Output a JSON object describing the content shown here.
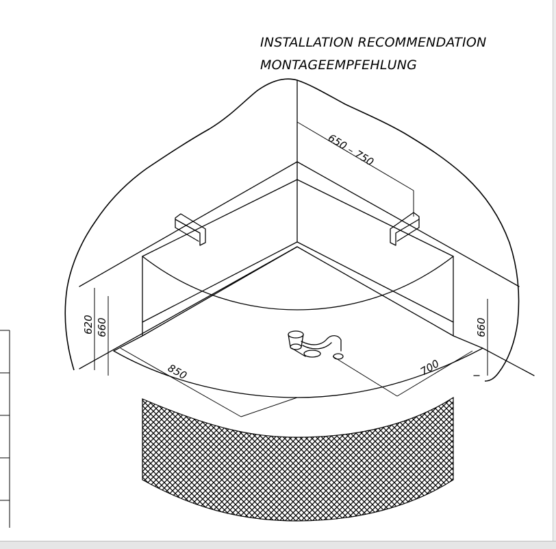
{
  "document": {
    "title_en": "INSTALLATION RECOMMENDATION",
    "title_de": "MONTAGEEMPFEHLUNG"
  },
  "dimensions": {
    "faucet_spacing": "650 – 750",
    "left_height_outer": "620",
    "left_height_inner": "660",
    "right_height": "660",
    "left_width": "850",
    "right_width": "700"
  },
  "colors": {
    "line": "#000000",
    "background": "#ffffff"
  }
}
